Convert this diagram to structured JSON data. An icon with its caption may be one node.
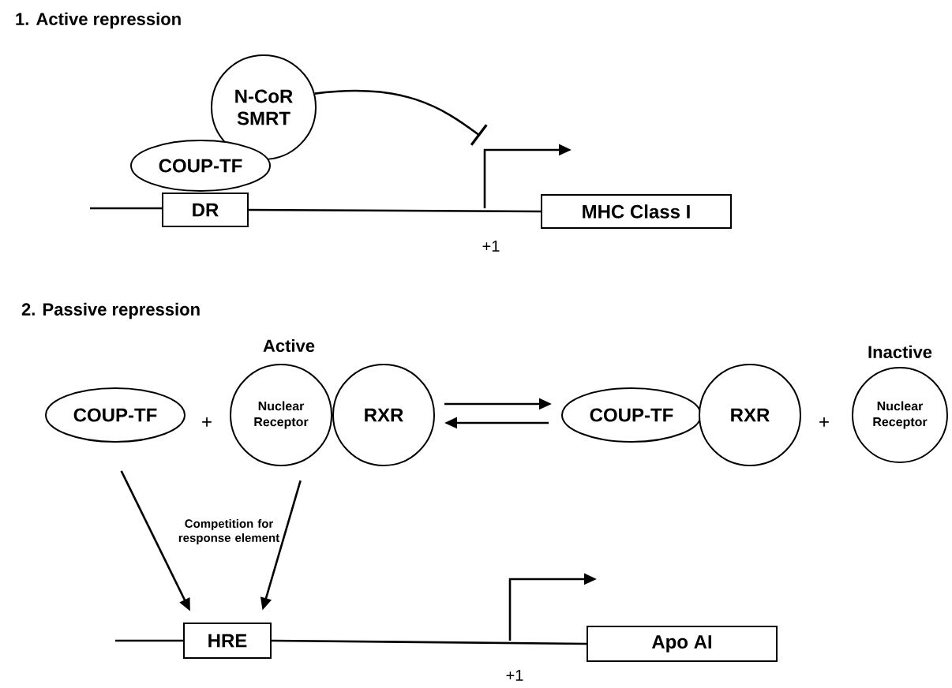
{
  "diagram": {
    "nodes": [
      {
        "text": [
          "N-CoR SMRT"
        ]
      },
      {
        "text": [
          "COUP-TF"
        ]
      },
      {
        "text": [
          "DR"
        ]
      },
      {
        "text": [
          "MHC Class I"
        ]
      },
      {
        "text": [
          "COUP-TF"
        ]
      },
      {
        "text": [
          "Nuclear Receptor"
        ]
      },
      {
        "text": [
          "RXR"
        ]
      },
      {
        "text": [
          "COUP-TF"
        ]
      },
      {
        "text": [
          "RXR"
        ]
      },
      {
        "text": [
          "Nuclear Receptor"
        ],
        "beside": [
          "Inactive"
        ]
      },
      {
        "text": [
          "HRE"
        ]
      },
      {
        "text": [
          "Apo AI"
        ]
      }
    ],
    "edges": [
      {
        "from": 0,
        "to": null,
        "arrow": "other"
      },
      {
        "from": 6,
        "to": 7,
        "arrow": "to"
      },
      {
        "from": 7,
        "to": 6,
        "arrow": "to"
      },
      {
        "from": 4,
        "to": 10,
        "arrow": "to"
      },
      {
        "from": 5,
        "to": 10,
        "arrow": "to"
      },
      {
        "from": 2,
        "to": 3,
        "arrow": "none"
      },
      {
        "from": 10,
        "to": 11,
        "arrow": "none"
      }
    ],
    "labels": [
      "1. Active repression",
      "+1",
      "2. Passive repression",
      "Active",
      "+",
      "+",
      "Competition for response element",
      "+1"
    ]
  }
}
